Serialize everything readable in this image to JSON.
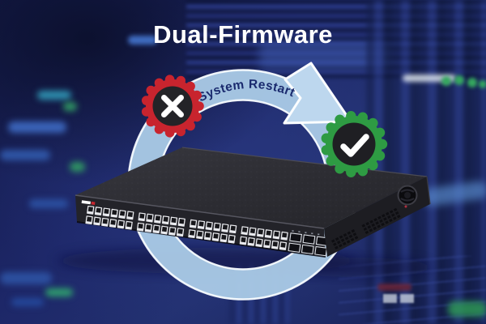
{
  "header": {
    "title": "Dual-Firmware"
  },
  "cycle": {
    "label": "System Restart",
    "label_color": "#1a2a6e"
  },
  "status_icons": {
    "failure": {
      "name": "x-gear-badge",
      "gear_color": "#c8242e",
      "core_color": "#232327",
      "glyph_color": "#ffffff",
      "teeth": 15
    },
    "success": {
      "name": "check-gear-badge",
      "gear_color": "#2e9b43",
      "core_color": "#1f1f23",
      "glyph_color": "#ffffff",
      "teeth": 15
    }
  },
  "colors": {
    "background_navy": "#1d2768",
    "ring_blue": "#abcbe7",
    "ring_edge": "#f6fafd",
    "arrow_fill": "#bdd7ee",
    "title_white": "#ffffff"
  },
  "device": {
    "name": "48-port rackmount network switch",
    "rj45_ports": 48,
    "rj45_rows": 2,
    "rj45_groups": 4,
    "sfp_ports": 6,
    "chassis_color": "#2e2e33",
    "logo_colors": [
      "#ffffff",
      "#c62631"
    ]
  }
}
